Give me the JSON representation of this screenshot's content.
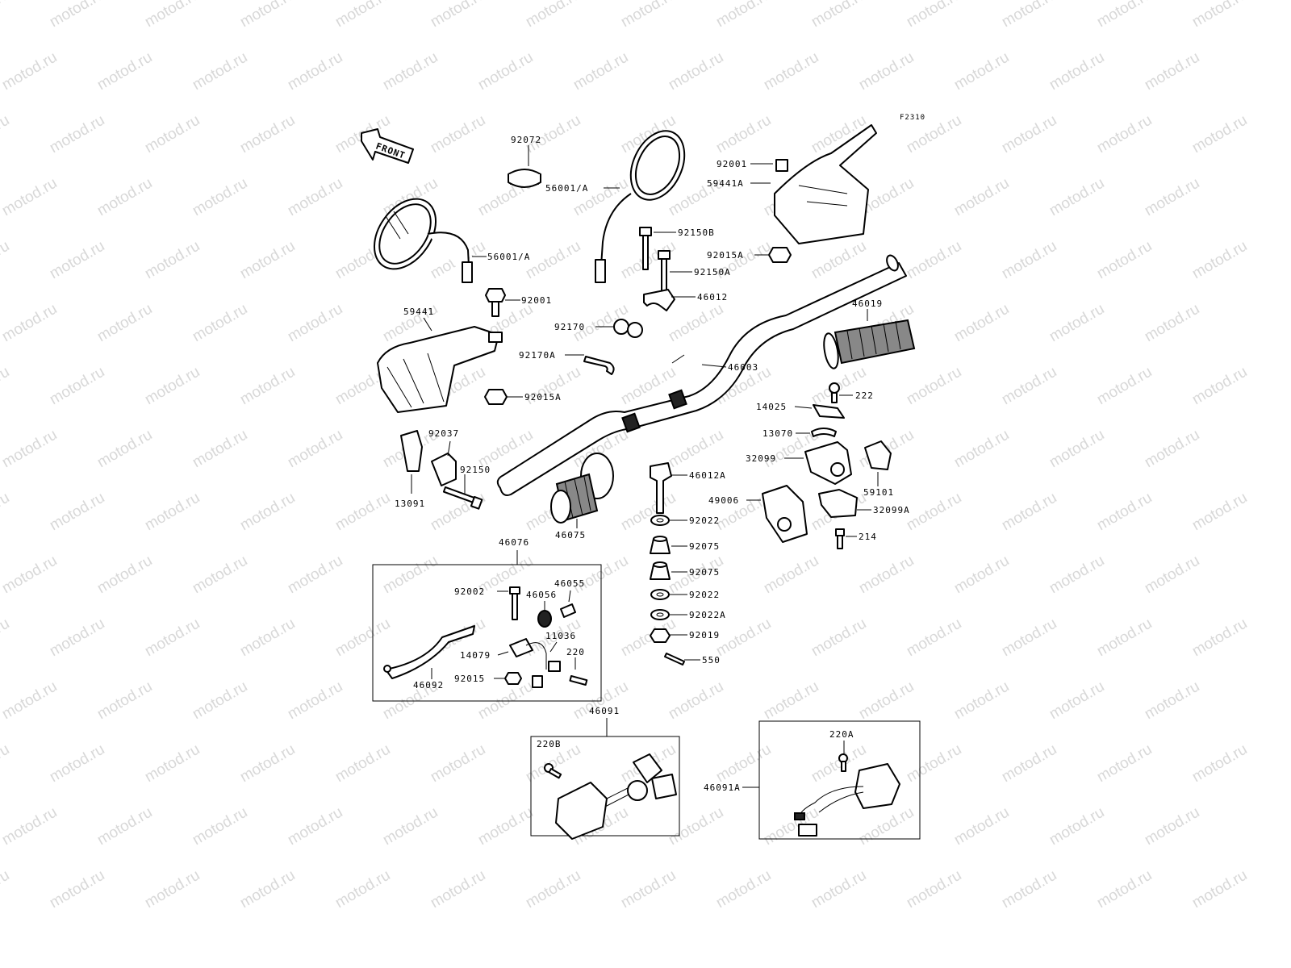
{
  "figure_code": "F2310",
  "front_arrow_text": "FRONT",
  "watermark_text": "motod.ru",
  "labels": {
    "p92072": "92072",
    "p56001a_left": "56001/A",
    "p56001a_right": "56001/A",
    "p92001_top": "92001",
    "p59441a": "59441A",
    "p92150b": "92150B",
    "p92015a_top": "92015A",
    "p92150a": "92150A",
    "p92001_left": "92001",
    "p46012": "46012",
    "p59441": "59441",
    "p46019": "46019",
    "p92170": "92170",
    "p92170a": "92170A",
    "p46003": "46003",
    "p92015a_left": "92015A",
    "p222": "222",
    "p14025": "14025",
    "p13070": "13070",
    "p92037": "92037",
    "p32099": "32099",
    "p92150": "92150",
    "p46012a": "46012A",
    "p13091": "13091",
    "p59101": "59101",
    "p49006": "49006",
    "p32099a": "32099A",
    "p92022_a": "92022",
    "p46075": "46075",
    "p214": "214",
    "p92075_a": "92075",
    "p46076": "46076",
    "p92075_b": "92075",
    "p46055": "46055",
    "p92002": "92002",
    "p46056": "46056",
    "p92022_b": "92022",
    "p92022a": "92022A",
    "p11036": "11036",
    "p92019": "92019",
    "p14079": "14079",
    "p220": "220",
    "p550": "550",
    "p92015": "92015",
    "p46092": "46092",
    "p46091": "46091",
    "p220b": "220B",
    "p220a": "220A",
    "p46091a": "46091A"
  }
}
